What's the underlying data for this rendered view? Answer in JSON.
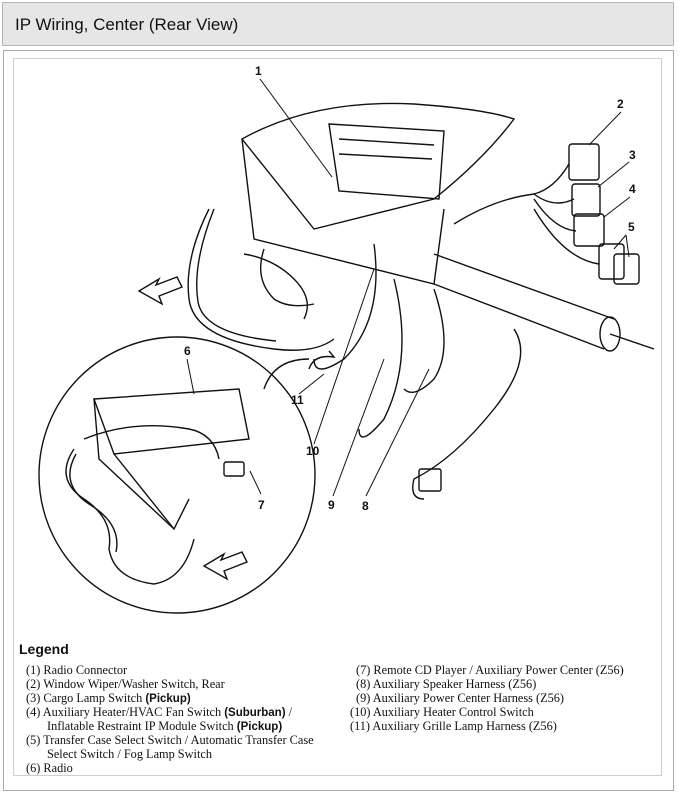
{
  "header": {
    "title": "IP Wiring, Center (Rear View)"
  },
  "callouts": [
    "1",
    "2",
    "3",
    "4",
    "5",
    "6",
    "7",
    "8",
    "9",
    "10",
    "11"
  ],
  "legend": {
    "title": "Legend",
    "left": [
      {
        "text": "(1) Radio Connector"
      },
      {
        "text": "(2) Window Wiper/Washer Switch, Rear"
      },
      {
        "text": "(3) Cargo Lamp Switch ",
        "bold": "(Pickup)"
      },
      {
        "text": "(4) Auxiliary Heater/HVAC Fan Switch ",
        "bold": "(Suburban)",
        "after": " /"
      },
      {
        "text": "Inflatable Restraint IP Module Switch ",
        "bold": "(Pickup)"
      },
      {
        "text": "(5) Transfer Case Select Switch / Automatic Transfer Case"
      },
      {
        "text": "Select Switch / Fog Lamp Switch"
      },
      {
        "text": "(6) Radio"
      }
    ],
    "right": [
      {
        "text": "(7) Remote CD Player / Auxiliary Power Center (Z56)"
      },
      {
        "text": "(8) Auxiliary Speaker Harness (Z56)"
      },
      {
        "text": "(9) Auxiliary Power Center Harness (Z56)"
      },
      {
        "text": "(10) Auxiliary Heater Control Switch"
      },
      {
        "text": "(11) Auxiliary Grille Lamp Harness (Z56)"
      }
    ]
  }
}
